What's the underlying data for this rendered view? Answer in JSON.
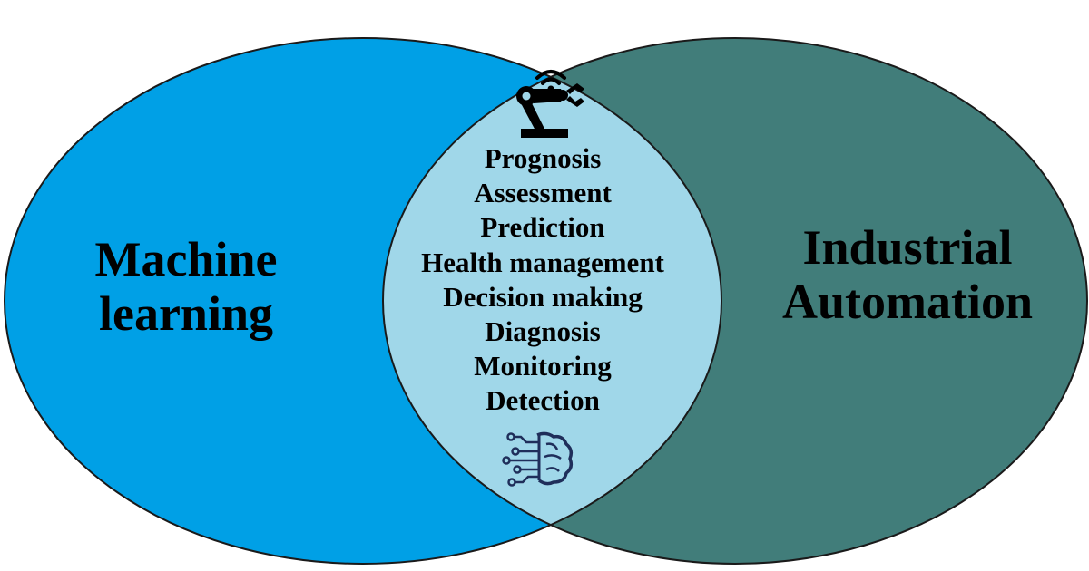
{
  "diagram": {
    "type": "venn",
    "sets": [
      {
        "id": "left",
        "label_lines": [
          "Machine",
          "learning"
        ],
        "color": "#00a0e6"
      },
      {
        "id": "right",
        "label_lines": [
          "Industrial",
          "Automation"
        ],
        "color": "#417d7a"
      }
    ],
    "overlap": {
      "color": "#a0d7e9",
      "items": [
        "Prognosis",
        "Assessment",
        "Prediction",
        "Health management",
        "Decision making",
        "Diagnosis",
        "Monitoring",
        "Detection"
      ],
      "top_icon": "robot-arm-icon",
      "bottom_icon": "ai-brain-circuit-icon"
    },
    "outline_color": "#1a1a1a",
    "text_color": "#000000"
  }
}
